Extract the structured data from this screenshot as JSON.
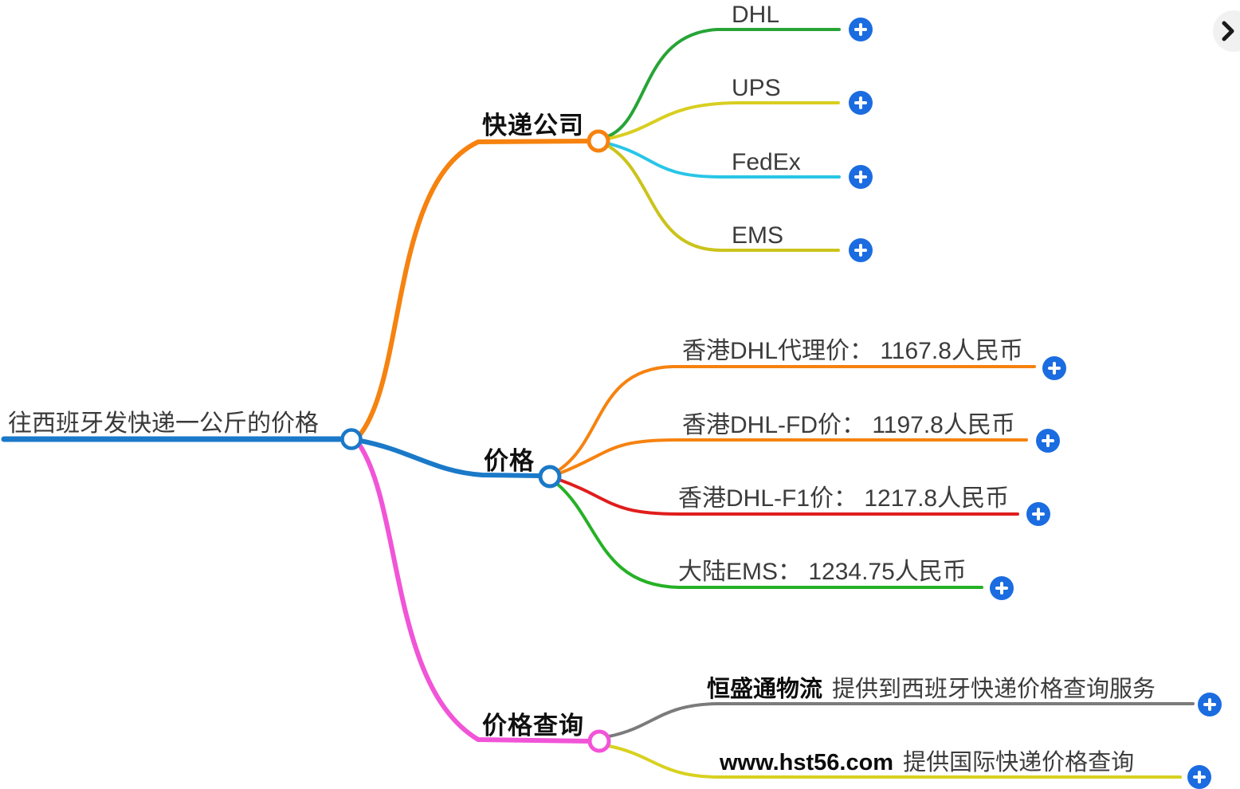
{
  "root": {
    "label": "往西班牙发快递一公斤的价格",
    "color": "#1a79c8"
  },
  "branches": [
    {
      "label": "快递公司",
      "color": "#f6820f",
      "children": [
        {
          "text": "DHL",
          "color": "#27a436"
        },
        {
          "text": "UPS",
          "color": "#d8ce20"
        },
        {
          "text": "FedEx",
          "color": "#28c6e6"
        },
        {
          "text": "EMS",
          "color": "#cbc31a"
        }
      ]
    },
    {
      "label": "价格",
      "color": "#1a79c8",
      "children": [
        {
          "text": "香港DHL代理价： 1167.8人民币",
          "color": "#f6820f"
        },
        {
          "text": "香港DHL-FD价： 1197.8人民币",
          "color": "#f6820f"
        },
        {
          "text": "香港DHL-F1价： 1217.8人民币",
          "color": "#e01d1d"
        },
        {
          "text": "大陆EMS： 1234.75人民币",
          "color": "#25b125"
        }
      ]
    },
    {
      "label": "价格查询",
      "color": "#f154d7",
      "children": [
        {
          "bold": "恒盛通物流",
          "text": "提供到西班牙快递价格查询服务",
          "color": "#7b7b7b"
        },
        {
          "bold": "www.hst56.com",
          "text": "提供国际快递价格查询",
          "color": "#d8d120"
        }
      ]
    }
  ],
  "controls": {
    "add_button_color": "#1b6ce0",
    "collapse_button_bg": "#f1f1f1",
    "collapse_icon": "chevron-right"
  }
}
